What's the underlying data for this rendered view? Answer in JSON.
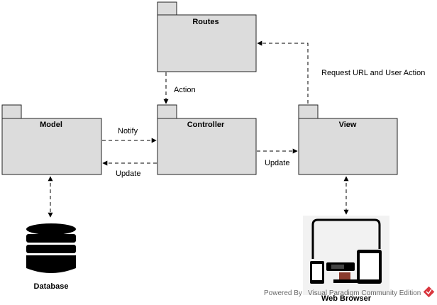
{
  "packages": {
    "routes": "Routes",
    "model": "Model",
    "controller": "Controller",
    "view": "View"
  },
  "edge_labels": {
    "action": "Action",
    "notify": "Notify",
    "update_to_model": "Update",
    "update_to_view": "Update",
    "request": "Request URL and User Action"
  },
  "icons": {
    "database": "database-icon",
    "web_browser": "web-browser-devices-icon",
    "brand_logo": "visual-paradigm-logo-icon"
  },
  "captions": {
    "database": "Database",
    "web_browser": "Web Browser"
  },
  "footer": {
    "powered_by": "Powered By",
    "product": "Visual Paradigm Community Edition"
  },
  "colors": {
    "package_fill": "#dcdcdc",
    "outline": "#222222",
    "brand": "#d9363e"
  }
}
